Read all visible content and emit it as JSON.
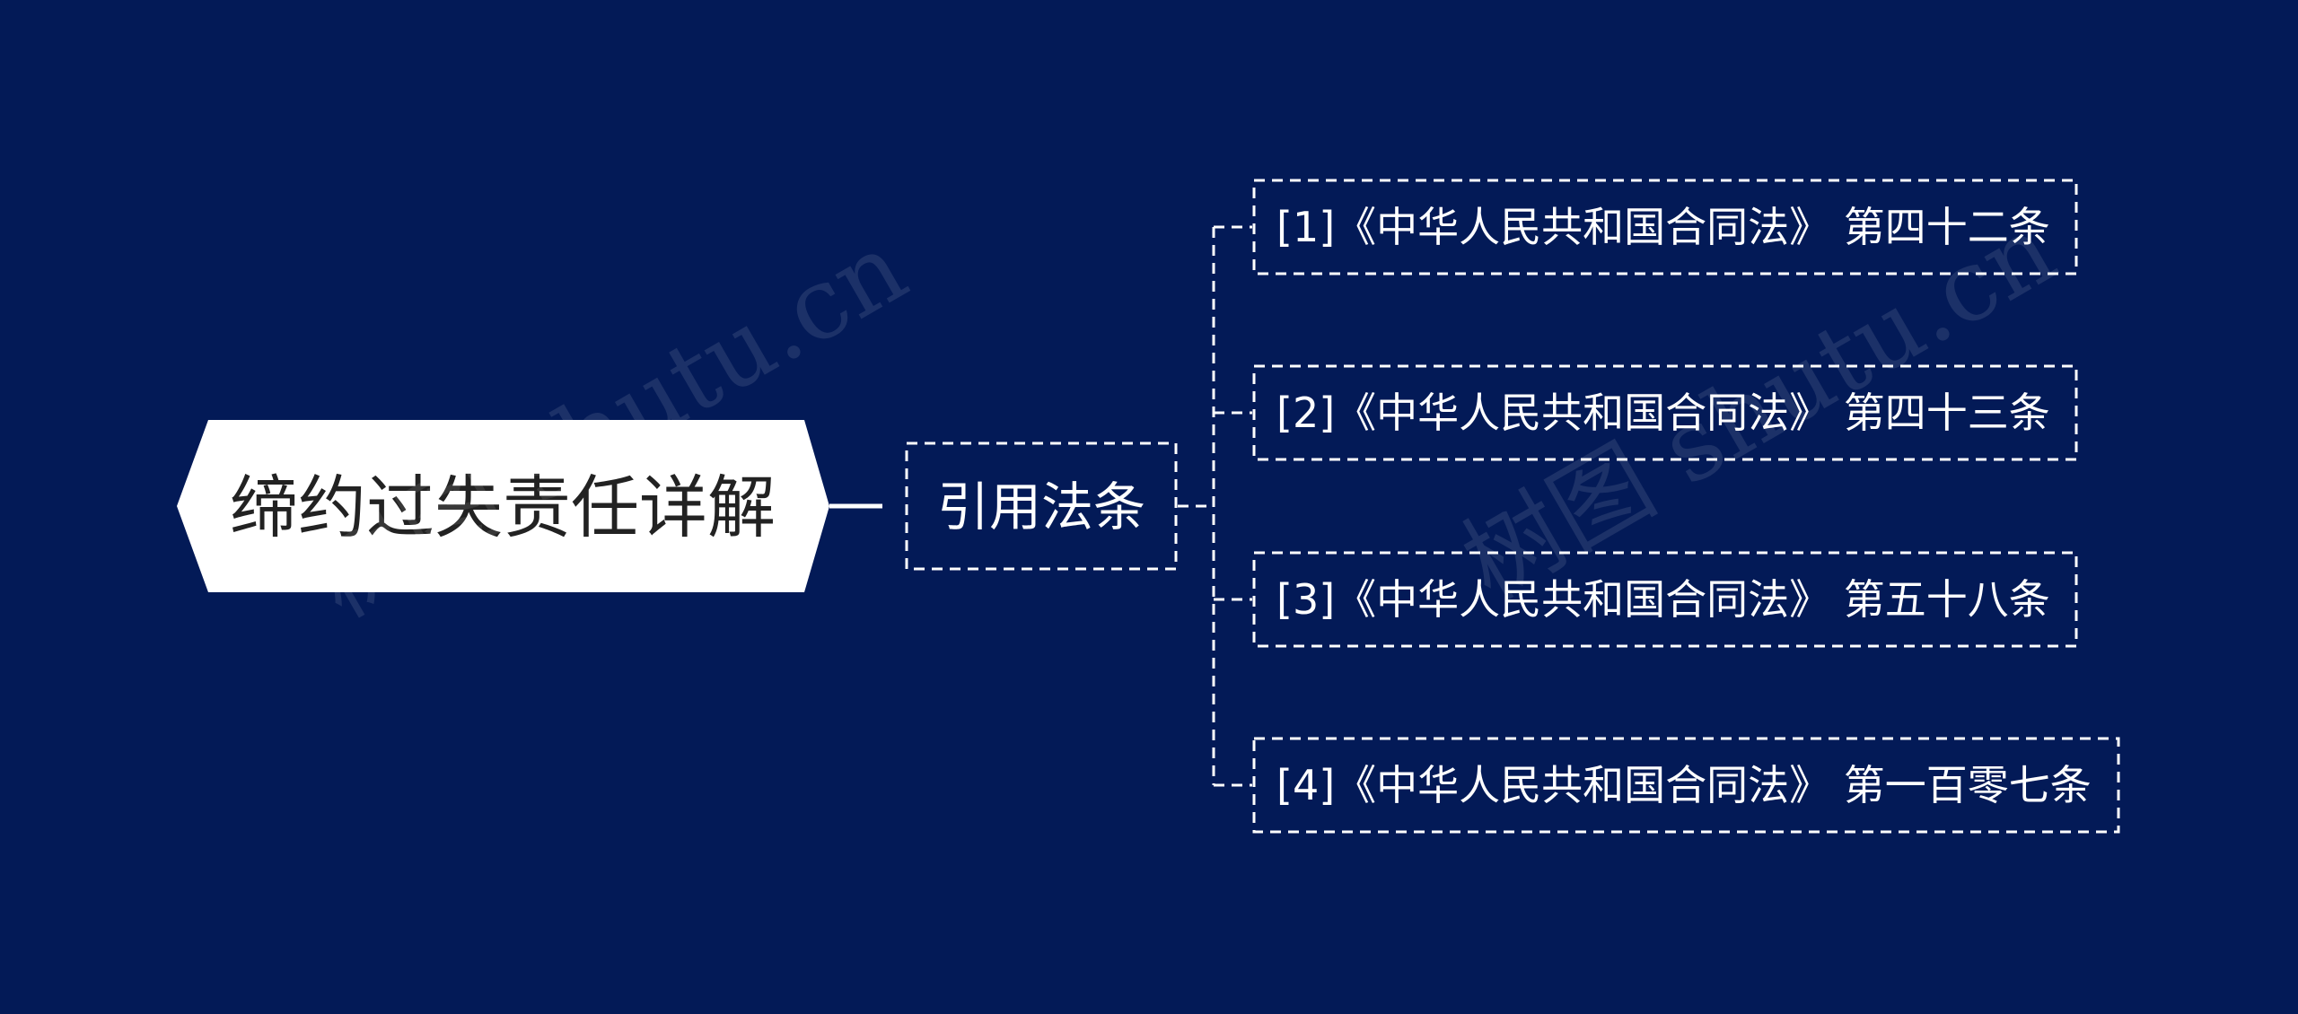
{
  "mindmap": {
    "root": {
      "label": "缔约过失责任详解"
    },
    "branch": {
      "label": "引用法条"
    },
    "leaves": [
      {
        "label": "[1]《中华人民共和国合同法》 第四十二条"
      },
      {
        "label": "[2]《中华人民共和国合同法》 第四十三条"
      },
      {
        "label": "[3]《中华人民共和国合同法》 第五十八条"
      },
      {
        "label": "[4]《中华人民共和国合同法》 第一百零七条"
      }
    ]
  },
  "watermarks": [
    {
      "text": "树图 shutu.cn"
    },
    {
      "text": "树图 shutu.cn"
    }
  ],
  "colors": {
    "background": "#031a57",
    "root_fill": "#ffffff",
    "root_text": "#222222",
    "line": "#ffffff"
  }
}
